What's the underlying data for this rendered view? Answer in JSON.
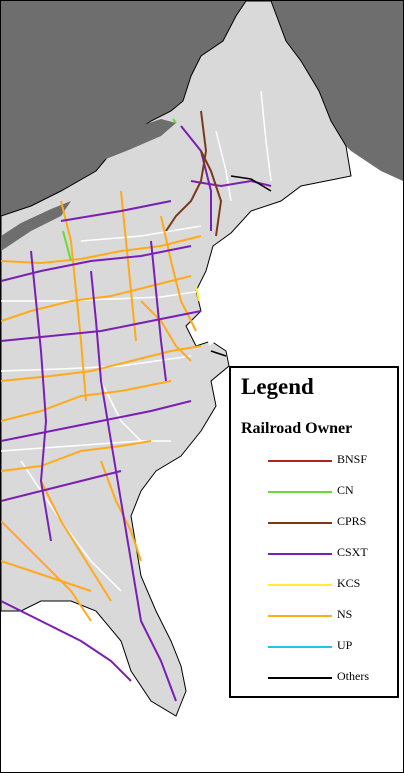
{
  "legend": {
    "title": "Legend",
    "subtitle": "Railroad Owner",
    "items": [
      {
        "label": "BNSF",
        "color": "#b22222"
      },
      {
        "label": "CN",
        "color": "#66dd33"
      },
      {
        "label": "CPRS",
        "color": "#7a3a1a"
      },
      {
        "label": "CSXT",
        "color": "#7a1fb3"
      },
      {
        "label": "KCS",
        "color": "#ffee33"
      },
      {
        "label": "NS",
        "color": "#ffaa1a"
      },
      {
        "label": "UP",
        "color": "#22c5e6"
      },
      {
        "label": "Others",
        "color": "#000000"
      }
    ]
  },
  "colors": {
    "land": "#d9d9d9",
    "water": "#6e6e6e",
    "boundary": "#ffffff"
  }
}
